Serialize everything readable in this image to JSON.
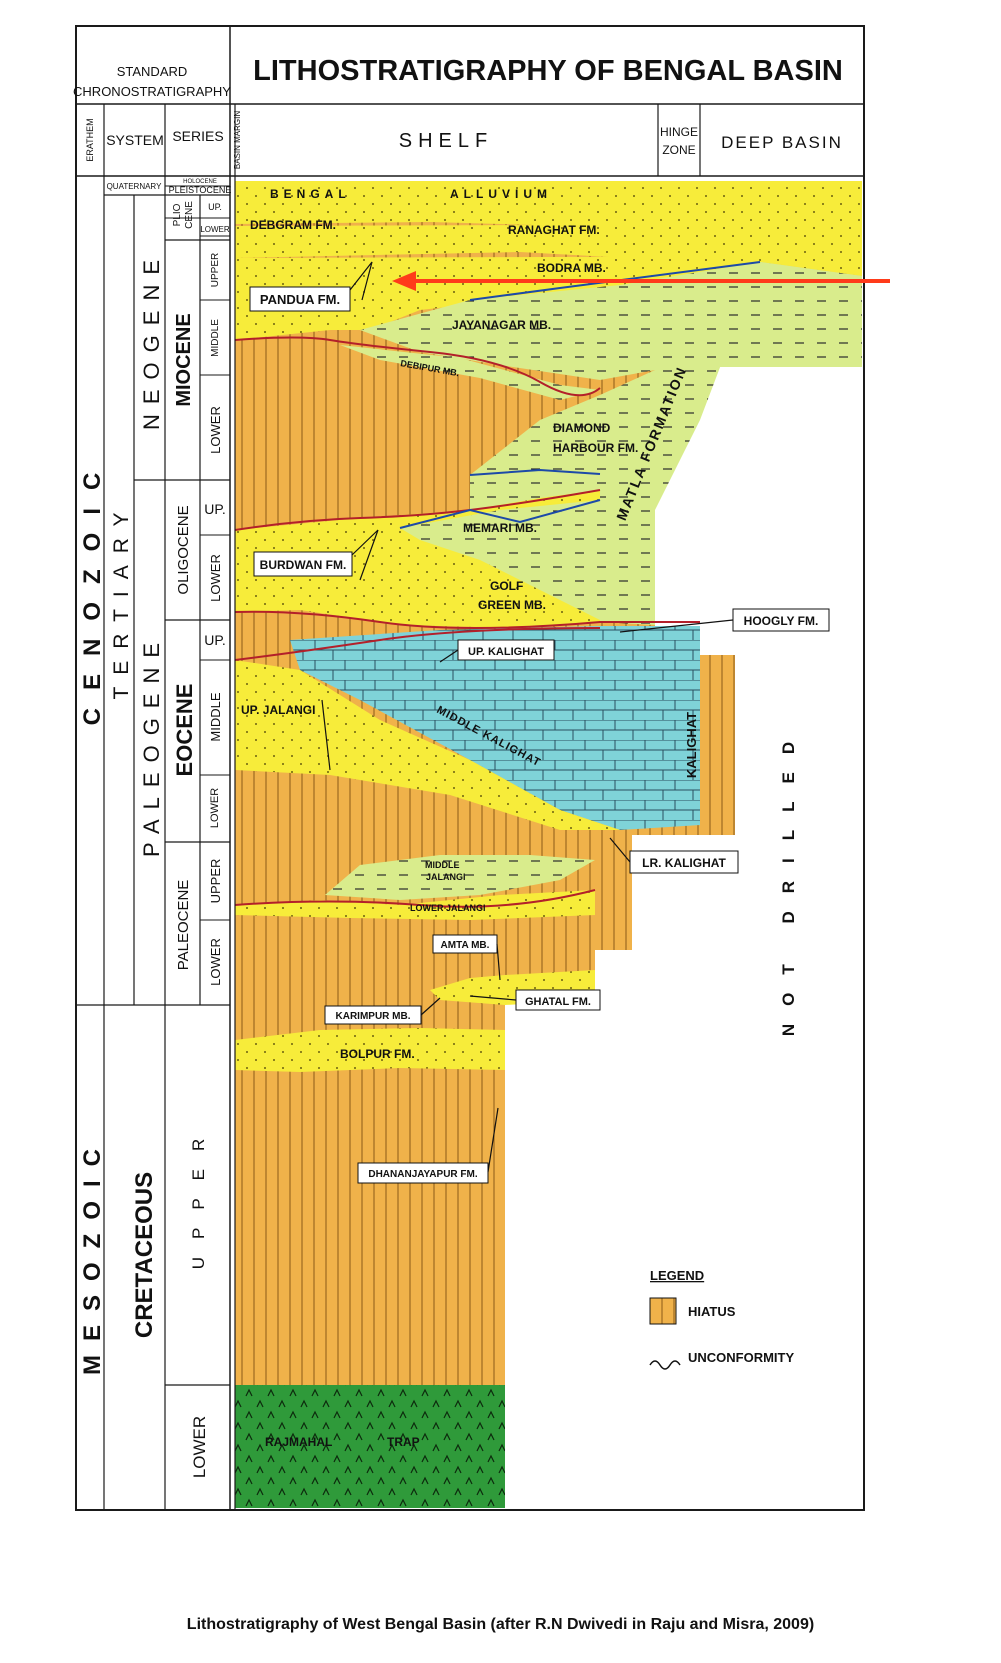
{
  "title": "LITHOSTRATIGRAPHY OF BENGAL BASIN",
  "caption": "Lithostratigraphy of West Bengal Basin (after R.N Dwivedi in Raju and Misra, 2009)",
  "header": {
    "standard": "STANDARD",
    "chrono": "CHRONOSTRATIGRAPHY",
    "erathem": "ERATHEM",
    "system": "SYSTEM",
    "series": "SERIES",
    "basin_margin": "BASIN MARGIN",
    "shelf": "SHELF",
    "hinge": "HINGE",
    "zone": "ZONE",
    "deep_basin": "DEEP BASIN"
  },
  "erathems": {
    "cenozoic": "CENOZOIC",
    "mesozoic": "MESOZOIC"
  },
  "systems": {
    "quaternary": "QUATERNARY",
    "tertiary": "TERTIARY",
    "neogene": "NEOGENE",
    "paleogene": "PALEOGENE",
    "cretaceous": "CRETACEOUS"
  },
  "series": {
    "holocene": "HOLOCENE",
    "pleistocene": "PLEISTOCENE",
    "pliocene_a": "PLIO",
    "pliocene_b": "CENE",
    "miocene": "MIOCENE",
    "oligocene": "OLIGOCENE",
    "eocene": "EOCENE",
    "paleocene": "PALEOCENE",
    "upper": "UPPER"
  },
  "subseries": {
    "up": "UP.",
    "lower": "LOWER",
    "upper": "UPPER",
    "middle": "MIDDLE"
  },
  "formations": {
    "bengal": "BENGAL",
    "alluvium": "ALLUVIUM",
    "debgram": "DEBGRAM FM.",
    "ranaghat": "RANAGHAT FM.",
    "bodra": "BODRA MB.",
    "pandua": "PANDUA FM.",
    "jayanagar": "JAYANAGAR MB.",
    "debipur": "DEBIPUR MB.",
    "diamond": "DIAMOND",
    "harbour": "HARBOUR FM.",
    "matla": "MATLA FORMATION",
    "memari": "MEMARI MB.",
    "burdwan": "BURDWAN FM.",
    "golf": "GOLF",
    "green": "GREEN MB.",
    "hoogly": "HOOGLY FM.",
    "up_kalighat": "UP. KALIGHAT",
    "middle_kalighat": "MIDDLE KALIGHAT",
    "kalighat": "KALIGHAT",
    "up_jalangi": "UP. JALANGI",
    "lr_kalighat": "LR. KALIGHAT",
    "middle_jalangi_a": "MIDDLE",
    "middle_jalangi_b": "JALANGI",
    "lower_jalangi": "LOWER JALANGI",
    "amta": "AMTA MB.",
    "karimpur": "KARIMPUR MB.",
    "ghatal": "GHATAL FM.",
    "bolpur": "BOLPUR FM.",
    "dhananjayapur": "DHANANJAYAPUR FM.",
    "rajmahal": "RAJMAHAL",
    "trap": "TRAP",
    "not_drilled": "NOT DRILLED"
  },
  "legend": {
    "title": "LEGEND",
    "hiatus": "HIATUS",
    "unconformity": "UNCONFORMITY"
  },
  "colors": {
    "sand": "#f7ec3a",
    "hiatus": "#f0b24a",
    "shale": "#d9ec8c",
    "limestone": "#7fd3d8",
    "trap": "#2f9a3a",
    "frame": "#1a1a1a",
    "title_red": "#c41e1e",
    "arrow": "#ff3b1a"
  }
}
